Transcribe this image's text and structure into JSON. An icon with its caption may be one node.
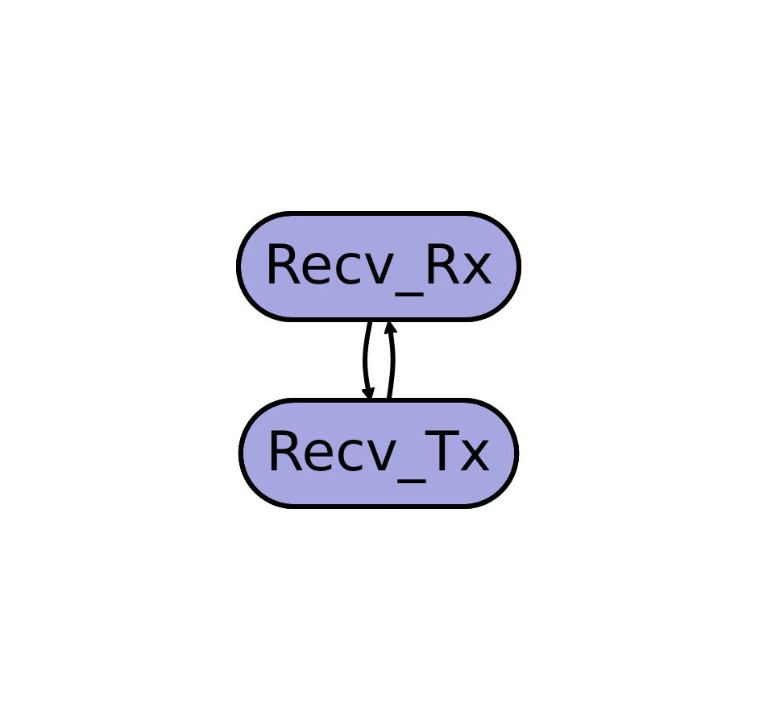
{
  "diagram": {
    "nodes": [
      {
        "text": [
          "Recv_Rx"
        ]
      },
      {
        "text": [
          "Recv_Tx"
        ]
      }
    ],
    "edges": [
      {
        "from": 0,
        "to": 1,
        "arrow": "to"
      },
      {
        "from": 1,
        "to": 0,
        "arrow": "to"
      }
    ]
  }
}
